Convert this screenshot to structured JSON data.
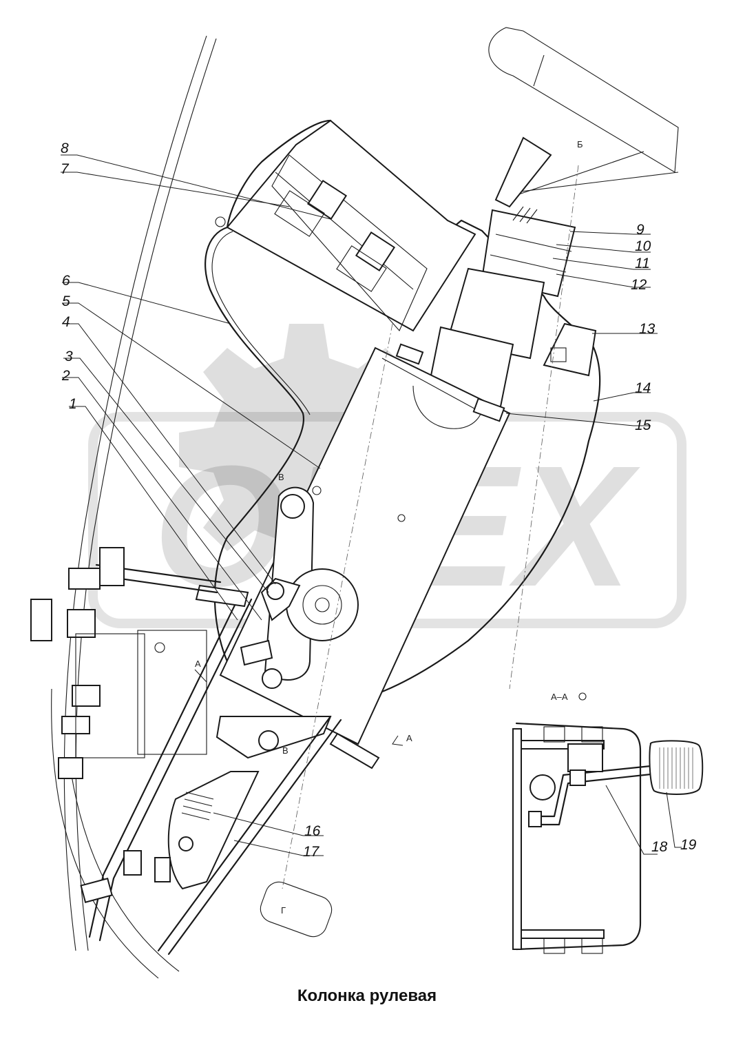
{
  "title": "Колонка рулевая",
  "watermark": "ОРЕХ",
  "section_label": "А–А",
  "view_labels": {
    "b": "Б",
    "v": "В",
    "a": "А",
    "a2": "А",
    "g": "Г"
  },
  "callouts": [
    "1",
    "2",
    "3",
    "4",
    "5",
    "6",
    "7",
    "8",
    "9",
    "10",
    "11",
    "12",
    "13",
    "14",
    "15",
    "16",
    "17",
    "18",
    "19"
  ]
}
